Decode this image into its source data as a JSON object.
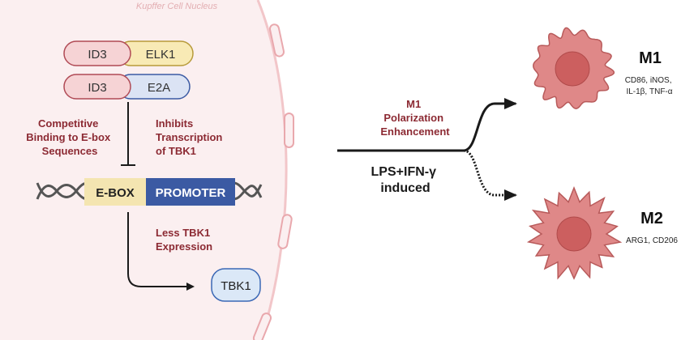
{
  "nucleus_label": "Kupffer Cell Nucleus",
  "complexes": [
    {
      "left": "ID3",
      "right": "ELK1"
    },
    {
      "left": "ID3",
      "right": "E2A"
    }
  ],
  "annotations": {
    "competitive": [
      "Competitive",
      "Binding to E-box",
      "Sequences"
    ],
    "inhibits": [
      "Inhibits",
      "Transcription",
      "of TBK1"
    ],
    "less": [
      "Less TBK1",
      "Expression"
    ]
  },
  "dna": {
    "ebox": "E-BOX",
    "promoter": "PROMOTER"
  },
  "product": "TBK1",
  "pathway": {
    "enhancement": [
      "M1",
      "Polarization",
      "Enhancement"
    ],
    "stimulus": [
      "LPS+IFN-γ",
      "induced"
    ]
  },
  "macrophages": [
    {
      "name": "M1",
      "markers": [
        "CD86, iNOS,",
        "IL-1β, TNF-α"
      ]
    },
    {
      "name": "M2",
      "markers": [
        "ARG1, CD206"
      ]
    }
  ],
  "colors": {
    "nucleus_fill": "#fbeff0",
    "nucleus_border": "#f0b8bc",
    "id3_fill": "#f6d3d5",
    "id3_stroke": "#b04a55",
    "elk1_fill": "#f8eab5",
    "elk1_stroke": "#b79a3a",
    "e2a_fill": "#dbe3f4",
    "e2a_stroke": "#3b5aa3",
    "dark_red_text": "#8c2a33",
    "ebox_fill": "#f4e5b1",
    "promoter_fill": "#3b5aa3",
    "tbk1_fill": "#dbe8f7",
    "tbk1_stroke": "#3b68b5",
    "cell_fill": "#df8888",
    "cell_stroke": "#b85a5a",
    "cell_nucleus": "#cc5f5f"
  }
}
